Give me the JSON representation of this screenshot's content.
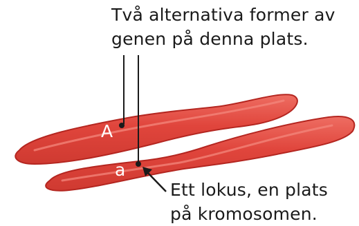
{
  "annotations": {
    "alleles_caption": {
      "line1": "Två alternativa former av",
      "line2": "genen på denna plats."
    },
    "locus_caption": {
      "line1": "Ett lokus, en plats",
      "line2": "på kromosomen."
    }
  },
  "alleles": {
    "upper": "A",
    "lower": "a"
  },
  "colors": {
    "chromosome_fill": "#e0453c",
    "chromosome_outline": "#b42620",
    "highlight": "#f3877c",
    "text": "#1a1a1a",
    "allele_text": "#ffffff"
  }
}
